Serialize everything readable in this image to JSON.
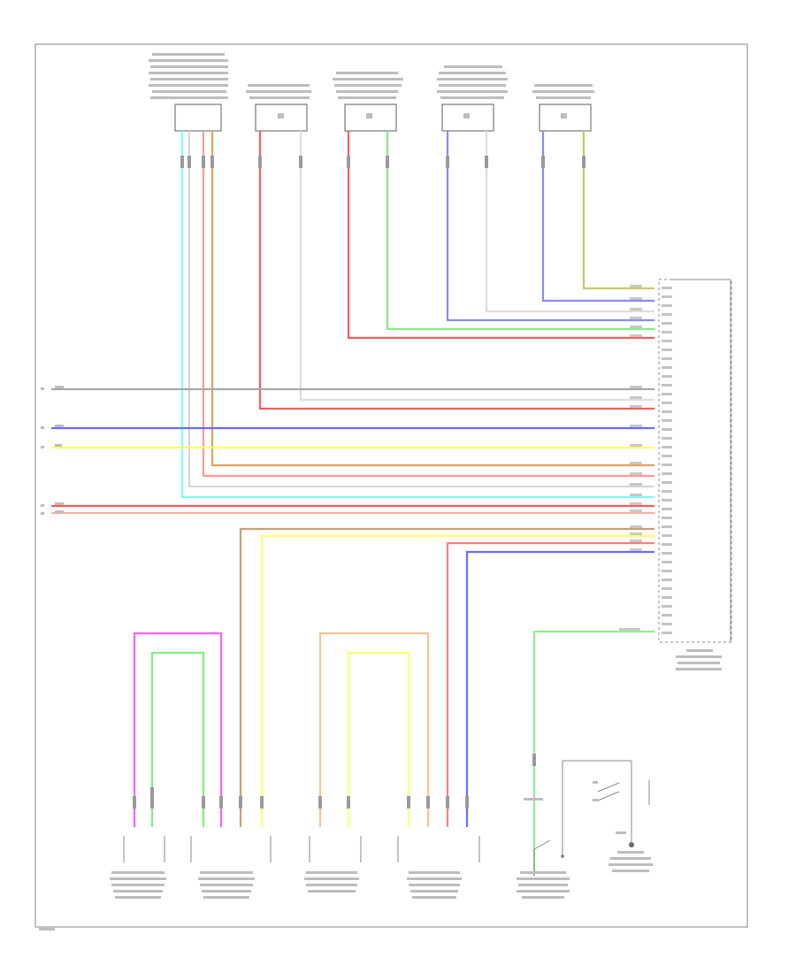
{
  "diagram": {
    "footer_id": "",
    "colors": {
      "cyan": "#7fffff",
      "red": "#ff5a5a",
      "pink": "#ffb0b0",
      "orange": "#e8a060",
      "tan": "#c8a070",
      "gray": "#cfcfcf",
      "green": "#7ef07e",
      "blue": "#6a6aff",
      "yellow": "#ffff70",
      "magenta": "#ff60ff",
      "lightorange": "#ffc090",
      "olive": "#c8c86a",
      "darkgray": "#9a9a9a"
    },
    "components": [
      {
        "id": "top-module-1"
      },
      {
        "id": "top-module-2"
      },
      {
        "id": "top-module-3"
      },
      {
        "id": "top-module-4"
      },
      {
        "id": "top-module-5"
      },
      {
        "id": "control-unit-right"
      },
      {
        "id": "bottom-sensor-1"
      },
      {
        "id": "bottom-sensor-2"
      },
      {
        "id": "bottom-sensor-3"
      },
      {
        "id": "bottom-sensor-4"
      },
      {
        "id": "seat-switch"
      },
      {
        "id": "seat-module"
      }
    ]
  }
}
